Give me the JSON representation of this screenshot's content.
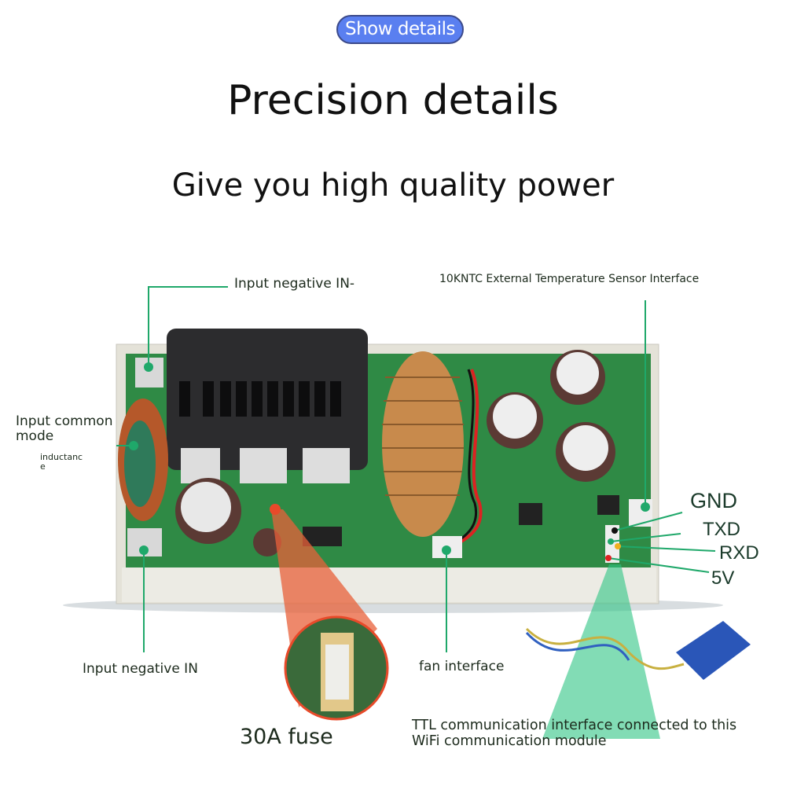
{
  "header": {
    "show_details_label": "Show details",
    "title": "Precision details",
    "subtitle": "Give you high quality power"
  },
  "callouts": {
    "input_negative_top": "Input negative IN-",
    "common_mode_line1": "Input common",
    "common_mode_line2": "mode",
    "inductance_line1": "inductanc",
    "inductance_line2": "e",
    "input_negative_bottom": "Input negative IN",
    "fuse": "30A fuse",
    "fan": "fan interface",
    "ntc": "10KNTC External Temperature Sensor Interface",
    "pins": [
      "GND",
      "TXD",
      "RXD",
      "5V"
    ],
    "ttl_line1": "TTL communication interface connected to this",
    "ttl_line2": "WiFi communication module"
  },
  "colors": {
    "accent": "#5a7ff0",
    "callout_line": "#1fa86a",
    "pcb": "#2f8a45"
  }
}
